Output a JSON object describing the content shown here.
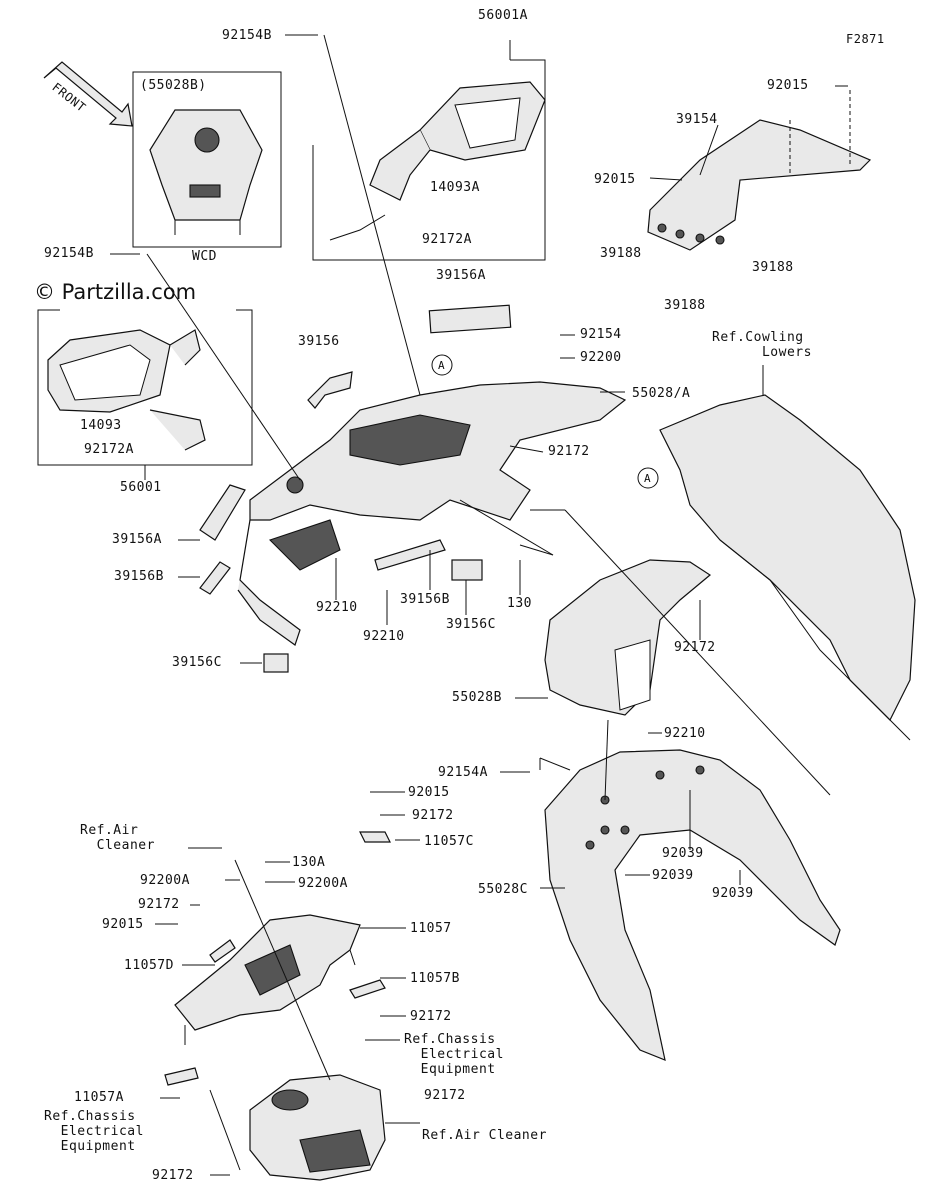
{
  "figure_id": "F2871",
  "watermark": "© Partzilla.com",
  "front_arrow_label": "FRONT",
  "inset": {
    "part_label": "(55028B)",
    "caption": "WCD"
  },
  "labels": [
    {
      "id": "56001A",
      "text": "56001A"
    },
    {
      "id": "92154B-top",
      "text": "92154B"
    },
    {
      "id": "14093A",
      "text": "14093A"
    },
    {
      "id": "92172A-top",
      "text": "92172A"
    },
    {
      "id": "92015-top",
      "text": "92015"
    },
    {
      "id": "39154",
      "text": "39154"
    },
    {
      "id": "92015-mid",
      "text": "92015"
    },
    {
      "id": "39188-left",
      "text": "39188"
    },
    {
      "id": "39188-right",
      "text": "39188"
    },
    {
      "id": "39188-bottom",
      "text": "39188"
    },
    {
      "id": "39156A-top",
      "text": "39156A"
    },
    {
      "id": "92154B-left",
      "text": "92154B"
    },
    {
      "id": "39156",
      "text": "39156"
    },
    {
      "id": "92154",
      "text": "92154"
    },
    {
      "id": "92200",
      "text": "92200"
    },
    {
      "id": "ref-cowling",
      "text": "Ref.Cowling\n      Lowers"
    },
    {
      "id": "55028A",
      "text": "55028/A"
    },
    {
      "id": "14093",
      "text": "14093"
    },
    {
      "id": "92172A-left",
      "text": "92172A"
    },
    {
      "id": "92172-center",
      "text": "92172"
    },
    {
      "id": "56001",
      "text": "56001"
    },
    {
      "id": "39156A-left",
      "text": "39156A"
    },
    {
      "id": "39156B-left",
      "text": "39156B"
    },
    {
      "id": "92210-a",
      "text": "92210"
    },
    {
      "id": "39156B-center",
      "text": "39156B"
    },
    {
      "id": "130",
      "text": "130"
    },
    {
      "id": "92210-b",
      "text": "92210"
    },
    {
      "id": "39156C-center",
      "text": "39156C"
    },
    {
      "id": "92172-right",
      "text": "92172"
    },
    {
      "id": "39156C-left",
      "text": "39156C"
    },
    {
      "id": "55028B",
      "text": "55028B"
    },
    {
      "id": "92210-c",
      "text": "92210"
    },
    {
      "id": "92154A",
      "text": "92154A"
    },
    {
      "id": "92015-low",
      "text": "92015"
    },
    {
      "id": "92172-low",
      "text": "92172"
    },
    {
      "id": "11057C",
      "text": "11057C"
    },
    {
      "id": "ref-air-1",
      "text": "Ref.Air\n  Cleaner"
    },
    {
      "id": "130A",
      "text": "130A"
    },
    {
      "id": "92200A-left",
      "text": "92200A"
    },
    {
      "id": "92200A-right",
      "text": "92200A"
    },
    {
      "id": "92172-left2",
      "text": "92172"
    },
    {
      "id": "92015-left2",
      "text": "92015"
    },
    {
      "id": "11057",
      "text": "11057"
    },
    {
      "id": "11057D",
      "text": "11057D"
    },
    {
      "id": "11057B",
      "text": "11057B"
    },
    {
      "id": "92172-b1",
      "text": "92172"
    },
    {
      "id": "ref-chassis-1",
      "text": "Ref.Chassis\n  Electrical\n  Equipment"
    },
    {
      "id": "11057A",
      "text": "11057A"
    },
    {
      "id": "92172-b2",
      "text": "92172"
    },
    {
      "id": "ref-chassis-2",
      "text": "Ref.Chassis\n  Electrical\n  Equipment"
    },
    {
      "id": "ref-air-2",
      "text": "Ref.Air Cleaner"
    },
    {
      "id": "92172-b3",
      "text": "92172"
    },
    {
      "id": "92039-a",
      "text": "92039"
    },
    {
      "id": "92039-b",
      "text": "92039"
    },
    {
      "id": "92039-c",
      "text": "92039"
    },
    {
      "id": "55028C",
      "text": "55028C"
    }
  ],
  "callout_marks": [
    "A",
    "A"
  ]
}
